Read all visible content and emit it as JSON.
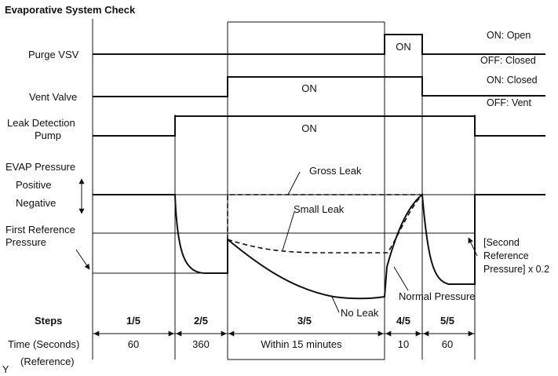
{
  "title": "Evaporative System Check",
  "signals": {
    "purge_vsv": {
      "label": "Purge VSV",
      "on_text": "ON",
      "state_on": "ON: Open",
      "state_off": "OFF: Closed"
    },
    "vent_valve": {
      "label": "Vent Valve",
      "on_text": "ON",
      "state_on": "ON: Closed",
      "state_off": "OFF: Vent"
    },
    "leak_pump": {
      "label_line1": "Leak Detection",
      "label_line2": "Pump",
      "on_text": "ON"
    }
  },
  "pressure": {
    "label": "EVAP Pressure",
    "positive": "Positive",
    "negative": "Negative",
    "first_ref_line1": "First Reference",
    "first_ref_line2": "Pressure",
    "gross_leak": "Gross Leak",
    "small_leak": "Small Leak",
    "no_leak": "No Leak",
    "normal_pressure": "Normal Pressure",
    "second_ref_line1": "[Second",
    "second_ref_line2": "Reference",
    "second_ref_line3": "Pressure] x 0.2"
  },
  "table": {
    "steps_label": "Steps",
    "time_label": "Time (Seconds)",
    "reference_label": "(Reference)",
    "steps": [
      "1/5",
      "2/5",
      "3/5",
      "4/5",
      "5/5"
    ],
    "times": [
      "60",
      "360",
      "Within 15 minutes",
      "10",
      "60"
    ]
  },
  "corner_mark": "Y"
}
